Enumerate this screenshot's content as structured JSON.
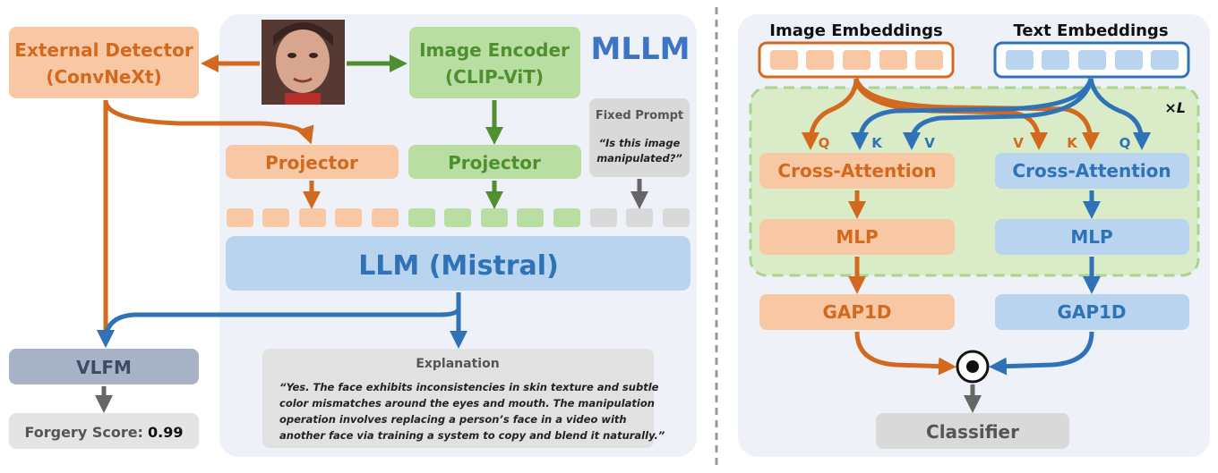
{
  "left": {
    "mllm_label": "MLLM",
    "external_detector": {
      "line1": "External Detector",
      "line2": "(ConvNeXt)"
    },
    "image_encoder": {
      "line1": "Image Encoder",
      "line2": "(CLIP-ViT)"
    },
    "projector_detector": "Projector",
    "projector_encoder": "Projector",
    "fixed_prompt": {
      "title": "Fixed Prompt",
      "line1": "“Is this image",
      "line2": "manipulated?”"
    },
    "llm": "LLM (Mistral)",
    "vlfm": "VLFM",
    "forgery_score": {
      "label": "Forgery Score:",
      "value": "0.99"
    },
    "explanation": {
      "title": "Explanation",
      "lines": [
        "“Yes. The face exhibits inconsistencies in skin texture and subtle",
        "color mismatches around the eyes and mouth. The manipulation",
        "operation involves replacing a person’s face in a video with",
        "another face via training a system to copy and blend it naturally.”"
      ]
    }
  },
  "right": {
    "image_embeddings": "Image Embeddings",
    "text_embeddings": "Text Embeddings",
    "layers": "×L",
    "cross_attention_left": "Cross-Attention",
    "cross_attention_right": "Cross-Attention",
    "mlp_left": "MLP",
    "mlp_right": "MLP",
    "gap_left": "GAP1D",
    "gap_right": "GAP1D",
    "qkv_left": [
      "Q",
      "K",
      "V"
    ],
    "qkv_right": [
      "V",
      "K",
      "Q"
    ],
    "classifier": "Classifier"
  },
  "colors": {
    "orange": "#d2691e",
    "orange_fill": "#f8c8a4",
    "green": "#4f8f2f",
    "green_fill": "#b9dea2",
    "blue": "#2f72b8",
    "blue_fill": "#b8d4ee",
    "gray_fill": "#d9d9d9",
    "panel": "#eef1f8"
  }
}
